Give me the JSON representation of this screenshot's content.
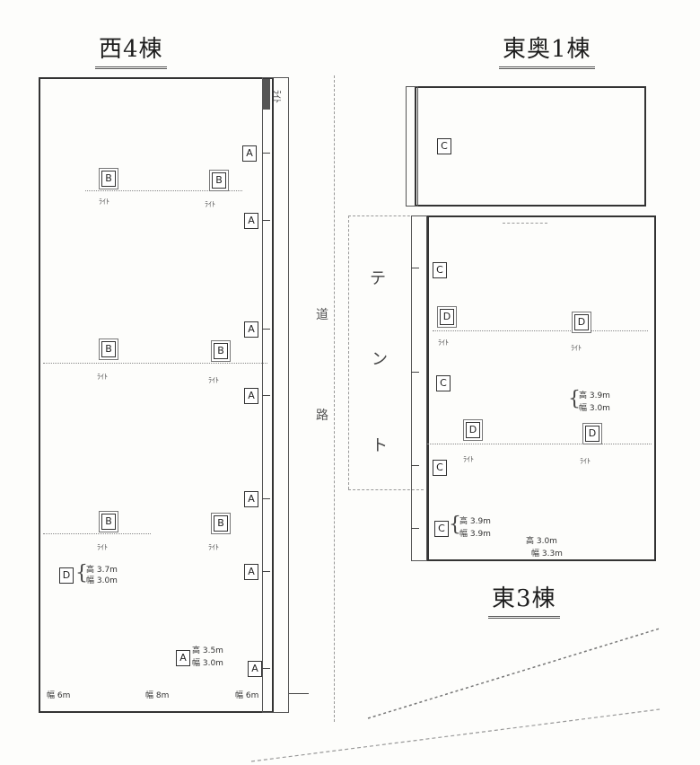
{
  "buildings": {
    "west": {
      "title": "西4棟"
    },
    "east1": {
      "title": "東奥1棟"
    },
    "east3": {
      "title": "東3棟"
    }
  },
  "tent_label": [
    "テ",
    "ン",
    "ト"
  ],
  "road_label": [
    "道",
    "路"
  ],
  "tags": {
    "A": "A",
    "B": "B",
    "C": "C",
    "D": "D"
  },
  "small_text": {
    "lamp": "ﾗｲﾄ",
    "side": "ﾗｲﾄ"
  },
  "notes": {
    "west_d": [
      "高 3.7m",
      "幅 3.0m"
    ],
    "west_a": [
      "高 3.5m",
      "幅 3.0m"
    ],
    "east_d": [
      "高 3.9m",
      "幅 3.0m"
    ],
    "east_c": [
      "高 3.9m",
      "幅 3.9m"
    ],
    "east_bottom": [
      "高 3.0m",
      "幅 3.3m"
    ]
  },
  "bottom_dims": [
    "幅 6m",
    "幅 8m",
    "幅 6m"
  ]
}
